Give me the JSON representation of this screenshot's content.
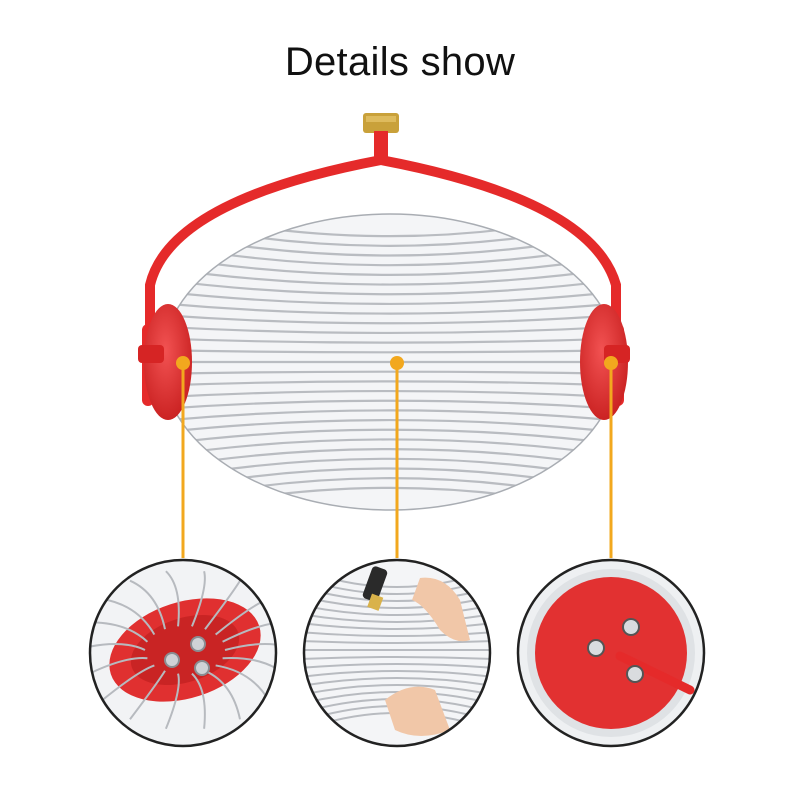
{
  "title": "Details show",
  "colors": {
    "frame_red": "#e52a2a",
    "leader_orange": "#f2a81e",
    "wire_silver": "#b9bcc1",
    "brass_tip": "#c9a13a"
  },
  "callouts": [
    {
      "name": "end-cap-wire-closeup"
    },
    {
      "name": "wire-basket-spread-closeup"
    },
    {
      "name": "end-cap-bolts-closeup"
    }
  ]
}
